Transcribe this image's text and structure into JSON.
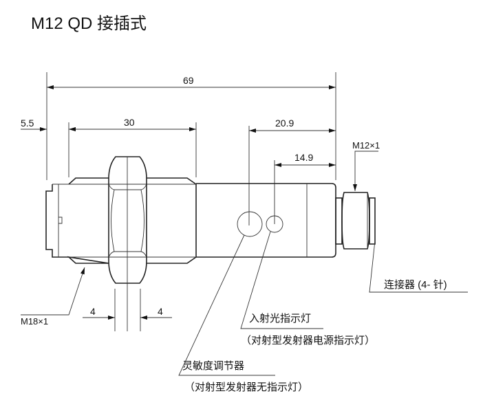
{
  "title": "M12 QD 接插式",
  "dimensions": {
    "overall": "69",
    "cap": "5.5",
    "thread_length": "30",
    "adjuster_offset": "20.9",
    "indicator_offset": "14.9",
    "nut_left": "4",
    "nut_right": "4"
  },
  "labels": {
    "body_thread": "M18×1",
    "connector_thread": "M12×1",
    "connector": "连接器 (4- 针)",
    "indicator": "入射光指示灯",
    "indicator_note": "（对射型发射器电源指示灯）",
    "adjuster": "灵敏度调节器",
    "adjuster_note": "（对射型发射器无指示灯）"
  }
}
